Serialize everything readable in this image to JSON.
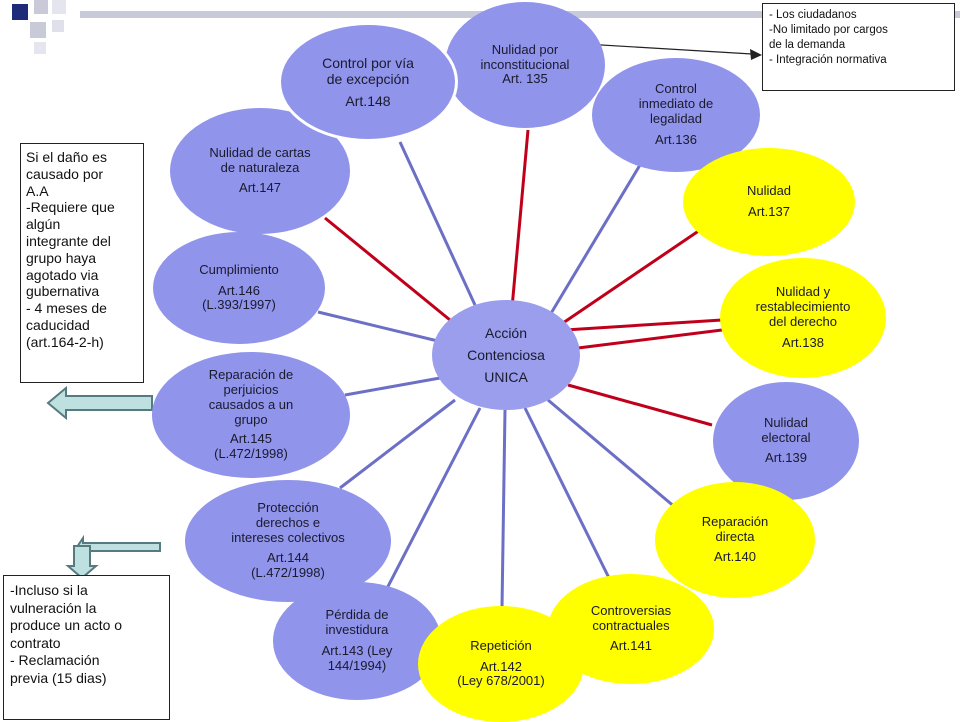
{
  "colors": {
    "purple_node": "#9094ea",
    "yellow_node": "#ffff00",
    "red_connector": "#c0001a",
    "blue_connector": "#6c6fc6",
    "arrow_fill": "#bfe0e0",
    "arrow_stroke": "#557a80"
  },
  "center": {
    "lines": [
      "Acción",
      "Contenciosa",
      "UNICA"
    ]
  },
  "nodes": [
    {
      "title": "Nulidad por\ninconstitucional",
      "article": "Art. 135"
    },
    {
      "title": "Control\ninmediato de\nlegalidad",
      "article": "Art.136"
    },
    {
      "title": "Nulidad",
      "article": "Art.137"
    },
    {
      "title": "Nulidad y\nrestablecimiento\ndel derecho",
      "article": "Art.138"
    },
    {
      "title": "Nulidad\nelectoral",
      "article": "Art.139"
    },
    {
      "title": "Reparación\ndirecta",
      "article": "Art.140"
    },
    {
      "title": "Controversias\ncontractuales",
      "article": "Art.141"
    },
    {
      "title": "Repetición",
      "article": "Art.142\n(Ley 678/2001)"
    },
    {
      "title": "Pérdida de\ninvestidura",
      "article": "Art.143 (Ley\n144/1994)"
    },
    {
      "title": "Protección\nderechos e\nintereses colectivos",
      "article": "Art.144\n(L.472/1998)"
    },
    {
      "title": "Reparación de\nperjuicios\ncausados a un\ngrupo",
      "article": "Art.145\n(L.472/1998)"
    },
    {
      "title": "Cumplimiento",
      "article": "Art.146\n(L.393/1997)"
    },
    {
      "title": "Nulidad de cartas\nde naturaleza",
      "article": "Art.147"
    },
    {
      "title": "Control por vía\nde excepción",
      "article": "Art.148"
    }
  ],
  "notes": {
    "top_right": [
      "- Los ciudadanos",
      "-No limitado por cargos",
      "de la demanda",
      "- Integración normativa"
    ],
    "left": [
      "Si el daño es",
      "causado por",
      "A.A",
      "-Requiere que",
      "algún",
      "integrante del",
      "grupo haya",
      "agotado via",
      "gubernativa",
      "- 4 meses de",
      "caducidad",
      "(art.164-2-h)"
    ],
    "bottom_left": [
      "-Incluso si la",
      "vulneración la",
      "produce un acto o",
      "contrato",
      "- Reclamación",
      "previa (15 dias)"
    ]
  }
}
